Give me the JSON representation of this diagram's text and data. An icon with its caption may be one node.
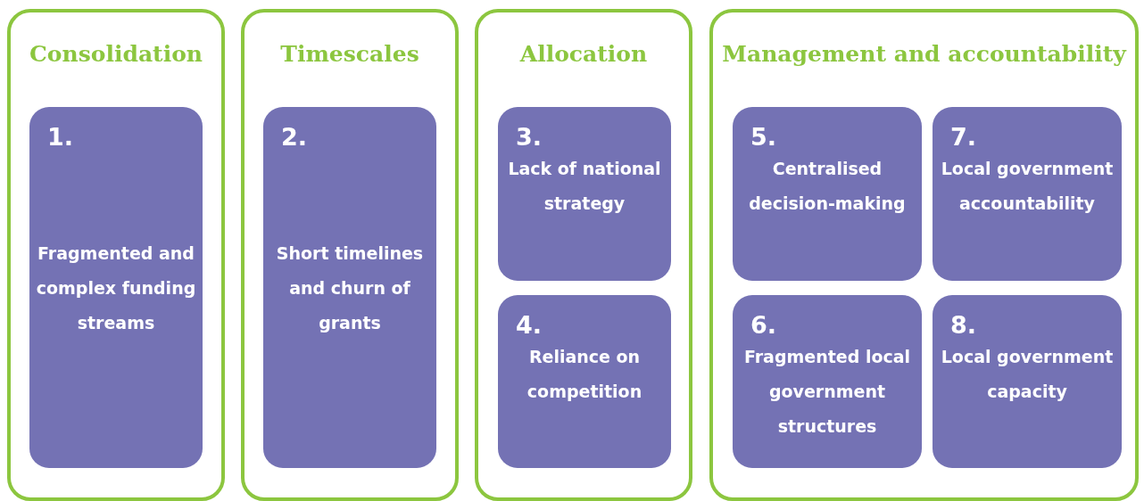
{
  "diagram": {
    "nodes": [
      {
        "text": [
          "Consolidation"
        ]
      },
      {
        "text": [
          "1.",
          "Fragmented and complex funding streams"
        ],
        "in": 0
      },
      {
        "text": [
          "Timescales"
        ]
      },
      {
        "text": [
          "2.",
          "Short timelines and churn of grants"
        ],
        "in": 2
      },
      {
        "text": [
          "Allocation"
        ]
      },
      {
        "text": [
          "3.",
          "Lack of national strategy"
        ],
        "in": 4
      },
      {
        "text": [
          "4.",
          "Reliance on competition"
        ],
        "in": 4
      },
      {
        "text": [
          "Management and accountability"
        ]
      },
      {
        "text": [
          "5.",
          "Centralised decision-making"
        ],
        "in": 7
      },
      {
        "text": [
          "7.",
          "Local government accountability"
        ],
        "in": 7
      },
      {
        "text": [
          "6.",
          "Fragmented local government structures"
        ],
        "in": 7
      },
      {
        "text": [
          "8.",
          "Local government capacity"
        ],
        "in": 7
      }
    ]
  }
}
